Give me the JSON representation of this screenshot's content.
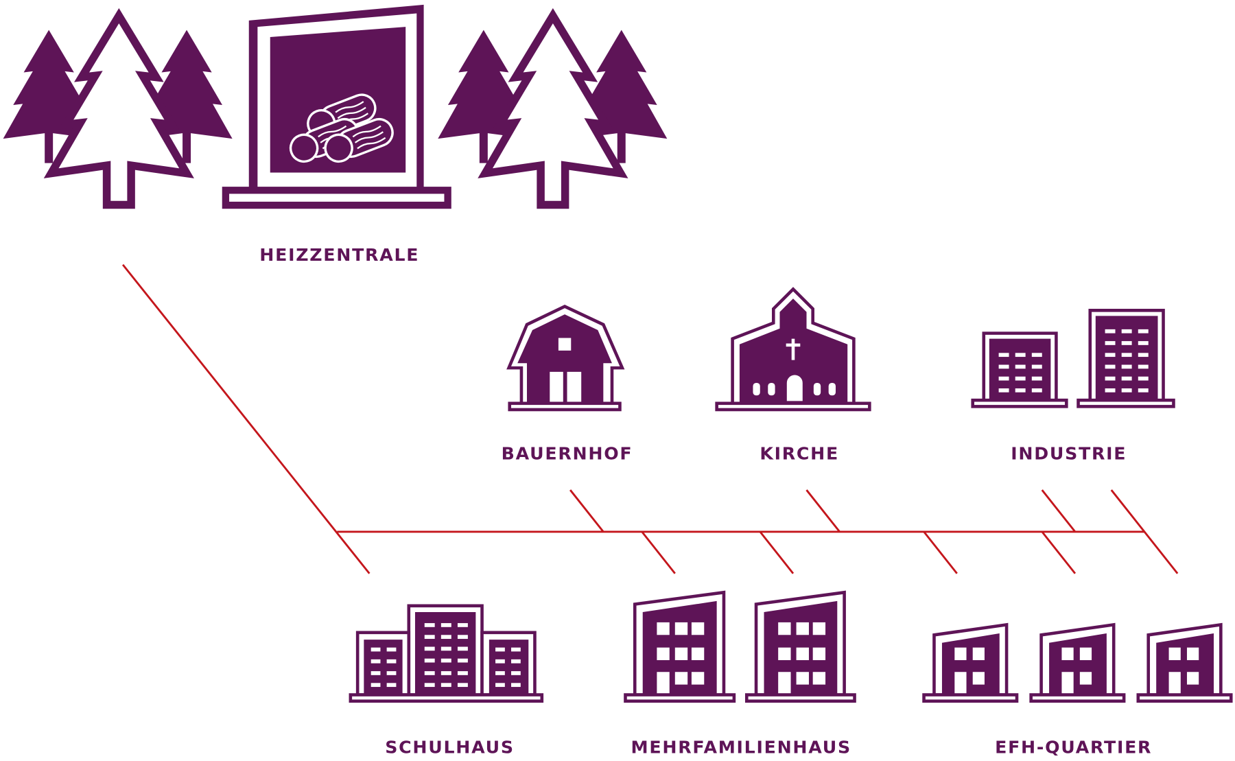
{
  "colors": {
    "primary": "#5e1457",
    "line": "#c4161c",
    "background": "#ffffff"
  },
  "labels": {
    "heizzentrale": "HEIZZENTRALE",
    "bauernhof": "BAUERNHOF",
    "kirche": "KIRCHE",
    "industrie": "INDUSTRIE",
    "schulhaus": "SCHULHAUS",
    "mehrfamilienhaus": "MEHRFAMILIENHAUS",
    "efh_quartier": "EFH-QUARTIER"
  },
  "icons": [
    "pine-tree-icon",
    "heating-plant-icon",
    "firewood-logs-icon",
    "barn-icon",
    "church-icon",
    "factory-icon",
    "school-icon",
    "apartment-building-icon",
    "house-icon"
  ]
}
